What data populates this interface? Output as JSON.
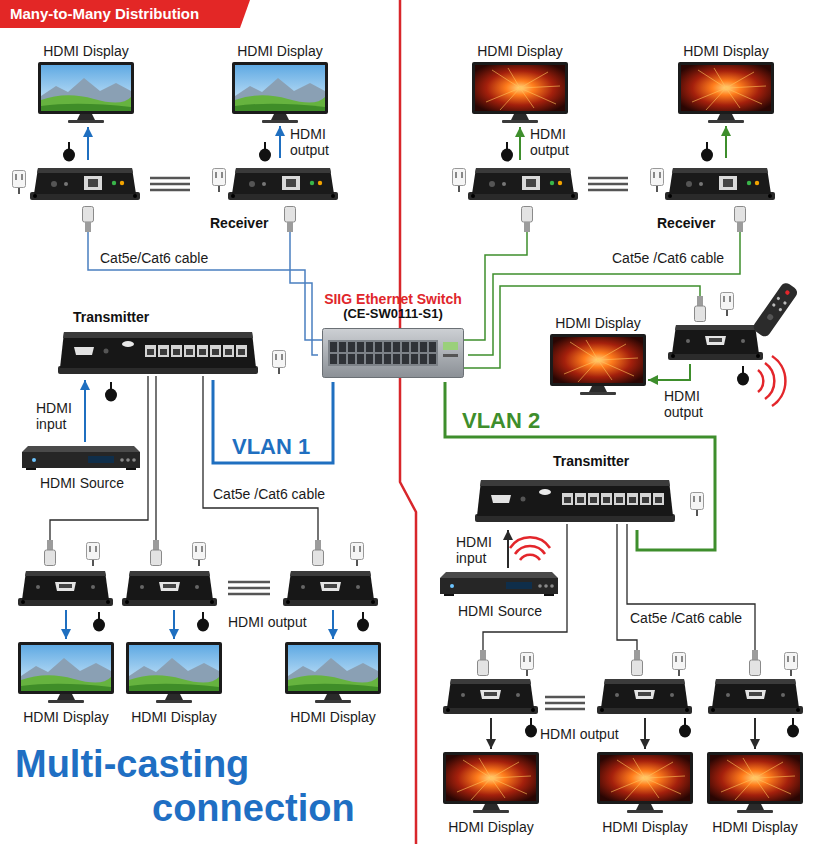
{
  "diagram": {
    "title": "Many-to-Many Distribution",
    "caption": "Multi-casting connection",
    "nodes": [
      {
        "text": [
          "HDMI Display"
        ]
      },
      {
        "text": [
          "HDMI Display"
        ]
      },
      {
        "text": [
          "HDMI Display"
        ]
      },
      {
        "text": [
          "HDMI Display"
        ]
      },
      {
        "text": [
          "Receiver"
        ]
      },
      {
        "text": [
          "Receiver"
        ]
      },
      {
        "text": [
          "SIIG Ethernet Switch",
          "(CE-SW0111-S1)"
        ]
      },
      {
        "text": [
          "Transmitter"
        ]
      },
      {
        "text": [
          "HDMI Display"
        ]
      },
      {
        "text": [
          "HDMI Source"
        ]
      },
      {
        "text": [
          "Transmitter"
        ]
      },
      {
        "text": [
          "HDMI Source"
        ]
      },
      {
        "text": [
          "HDMI Display"
        ]
      },
      {
        "text": [
          "HDMI Display"
        ]
      },
      {
        "text": [
          "HDMI Display"
        ]
      },
      {
        "text": [
          "HDMI Display"
        ]
      },
      {
        "text": [
          "HDMI Display"
        ]
      },
      {
        "text": [
          "HDMI Display"
        ]
      }
    ],
    "edges": [
      {
        "from": 4,
        "to": 1,
        "arrow": "to",
        "label": "HDMI output"
      },
      {
        "from": 5,
        "to": 3,
        "arrow": "to"
      },
      {
        "from": 4,
        "to": 6,
        "arrow": "none"
      },
      {
        "from": 5,
        "to": 6,
        "arrow": "none"
      },
      {
        "from": 7,
        "to": 6,
        "arrow": "none",
        "label": "VLAN 1"
      },
      {
        "from": 9,
        "to": 7,
        "arrow": "to",
        "label": "HDMI input"
      },
      {
        "from": 10,
        "to": 6,
        "arrow": "none",
        "label": "VLAN 2"
      },
      {
        "from": 11,
        "to": 10,
        "arrow": "to",
        "label": "HDMI input"
      }
    ],
    "labels": [
      "HDMI output",
      "Cat5e/Cat6 cable",
      "Cat5e /Cat6 cable",
      "HDMI output",
      "Cat5e /Cat6 cable",
      "Cat5e /Cat6 cable",
      "HDMI output",
      "HDMI output"
    ]
  }
}
